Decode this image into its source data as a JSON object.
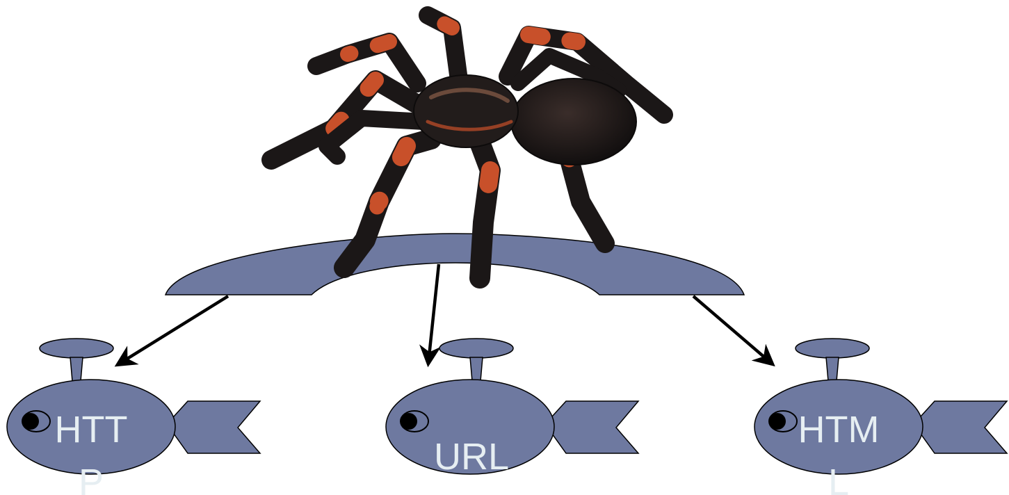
{
  "colors": {
    "shape_fill": "#6e79a0",
    "shape_stroke": "#000000",
    "label_text": "#e6eef2",
    "arrow": "#000000",
    "spider_body": "#1b1717",
    "spider_band": "#c8502a"
  },
  "spider": {
    "icon": "tarantula-photo"
  },
  "fish": [
    {
      "label_line1": "HTT",
      "label_line2": "P"
    },
    {
      "label_line1": "URL",
      "label_line2": ""
    },
    {
      "label_line1": "HTM",
      "label_line2": "L"
    }
  ]
}
